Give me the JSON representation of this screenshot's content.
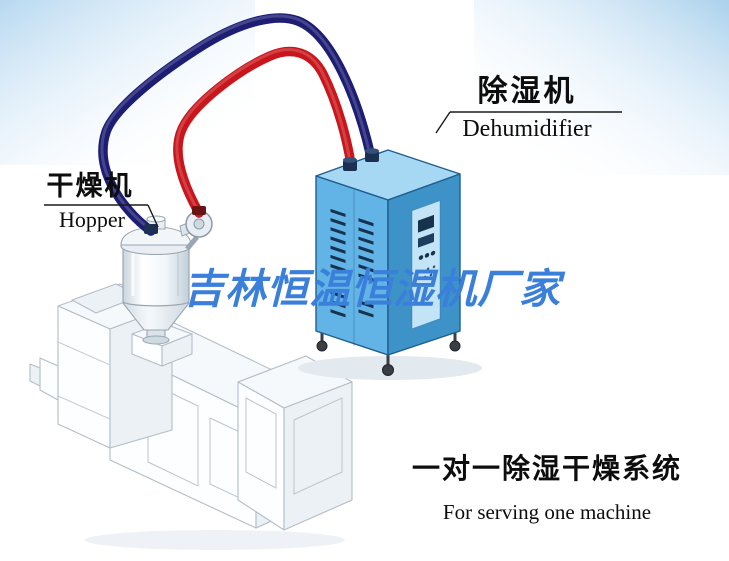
{
  "scene": {
    "description": "One-to-one dehumidifying drying system diagram with dehumidifier, hopper dryer and extruder connected by hoses"
  },
  "labels": {
    "dehumidifier": {
      "zh": "除湿机",
      "en": "Dehumidifier"
    },
    "hopper": {
      "zh": "干燥机",
      "en": "Hopper"
    },
    "watermark": "吉林恒温恒湿机厂家",
    "caption": {
      "zh": "一对一除湿干燥系统",
      "en": "For serving one machine"
    }
  },
  "colors": {
    "pipe_red": "#c9161c",
    "pipe_navy": "#1d1d74",
    "machine_front": "#62b4e6",
    "machine_side": "#3d92c8",
    "machine_top": "#a6d8f3",
    "machine_outline": "#1f5e8d",
    "panel_strip": "#c3e4f6",
    "vent_slot": "#17324e",
    "watermark_blue": "#3a7fd9",
    "sketch_line": "#b3bdc8",
    "corner_wash": "#aed3ee"
  }
}
